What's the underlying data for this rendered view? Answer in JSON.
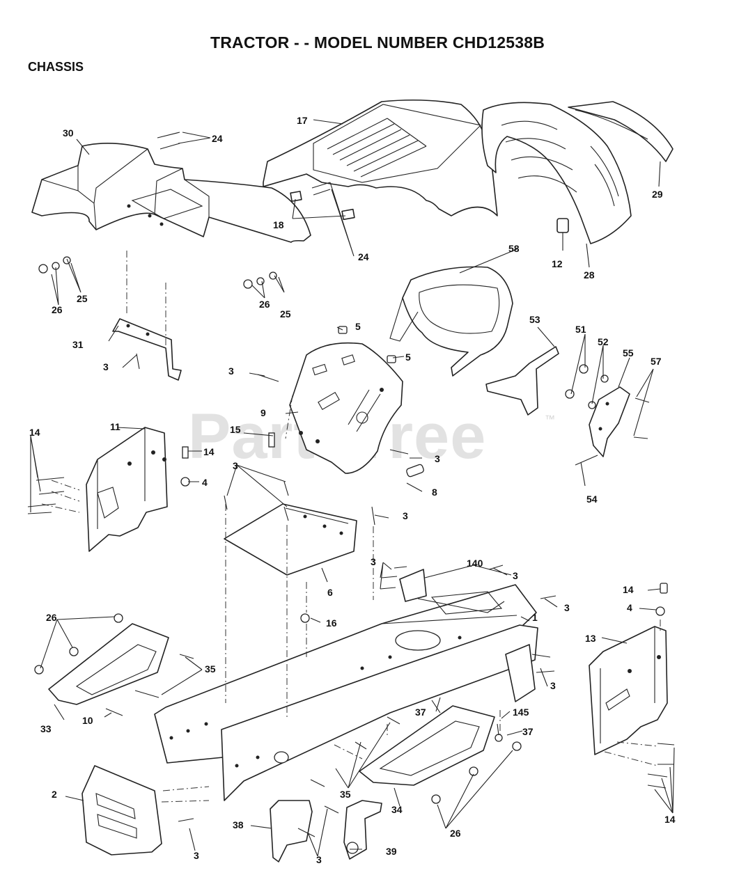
{
  "title": "TRACTOR - - MODEL NUMBER CHD12538B",
  "subtitle": "CHASSIS",
  "watermark": "PartsTree",
  "watermark_tm": "™",
  "callouts": [
    {
      "id": "17",
      "text": "17"
    },
    {
      "id": "30",
      "text": "30"
    },
    {
      "id": "24a",
      "text": "24"
    },
    {
      "id": "29",
      "text": "29"
    },
    {
      "id": "18",
      "text": "18"
    },
    {
      "id": "24b",
      "text": "24"
    },
    {
      "id": "12",
      "text": "12"
    },
    {
      "id": "28",
      "text": "28"
    },
    {
      "id": "58",
      "text": "58"
    },
    {
      "id": "26a",
      "text": "26"
    },
    {
      "id": "25a",
      "text": "25"
    },
    {
      "id": "26b",
      "text": "26"
    },
    {
      "id": "25b",
      "text": "25"
    },
    {
      "id": "5a",
      "text": "5"
    },
    {
      "id": "53",
      "text": "53"
    },
    {
      "id": "51",
      "text": "51"
    },
    {
      "id": "52",
      "text": "52"
    },
    {
      "id": "31",
      "text": "31"
    },
    {
      "id": "3a",
      "text": "3"
    },
    {
      "id": "5b",
      "text": "5"
    },
    {
      "id": "55",
      "text": "55"
    },
    {
      "id": "57",
      "text": "57"
    },
    {
      "id": "3b",
      "text": "3"
    },
    {
      "id": "9",
      "text": "9"
    },
    {
      "id": "11",
      "text": "11"
    },
    {
      "id": "14a",
      "text": "14"
    },
    {
      "id": "15",
      "text": "15"
    },
    {
      "id": "14b",
      "text": "14"
    },
    {
      "id": "3c",
      "text": "3"
    },
    {
      "id": "3d",
      "text": "3"
    },
    {
      "id": "4a",
      "text": "4"
    },
    {
      "id": "54",
      "text": "54"
    },
    {
      "id": "8",
      "text": "8"
    },
    {
      "id": "3e",
      "text": "3"
    },
    {
      "id": "3f",
      "text": "3"
    },
    {
      "id": "140",
      "text": "140"
    },
    {
      "id": "3g",
      "text": "3"
    },
    {
      "id": "6",
      "text": "6"
    },
    {
      "id": "14c",
      "text": "14"
    },
    {
      "id": "3h",
      "text": "3"
    },
    {
      "id": "4b",
      "text": "4"
    },
    {
      "id": "1",
      "text": "1"
    },
    {
      "id": "26c",
      "text": "26"
    },
    {
      "id": "16",
      "text": "16"
    },
    {
      "id": "13",
      "text": "13"
    },
    {
      "id": "35a",
      "text": "35"
    },
    {
      "id": "3i",
      "text": "3"
    },
    {
      "id": "37a",
      "text": "37"
    },
    {
      "id": "145",
      "text": "145"
    },
    {
      "id": "33",
      "text": "33"
    },
    {
      "id": "10",
      "text": "10"
    },
    {
      "id": "37b",
      "text": "37"
    },
    {
      "id": "2",
      "text": "2"
    },
    {
      "id": "35b",
      "text": "35"
    },
    {
      "id": "34",
      "text": "34"
    },
    {
      "id": "38",
      "text": "38"
    },
    {
      "id": "26d",
      "text": "26"
    },
    {
      "id": "14d",
      "text": "14"
    },
    {
      "id": "39",
      "text": "39"
    },
    {
      "id": "3j",
      "text": "3"
    },
    {
      "id": "3k",
      "text": "3"
    }
  ]
}
